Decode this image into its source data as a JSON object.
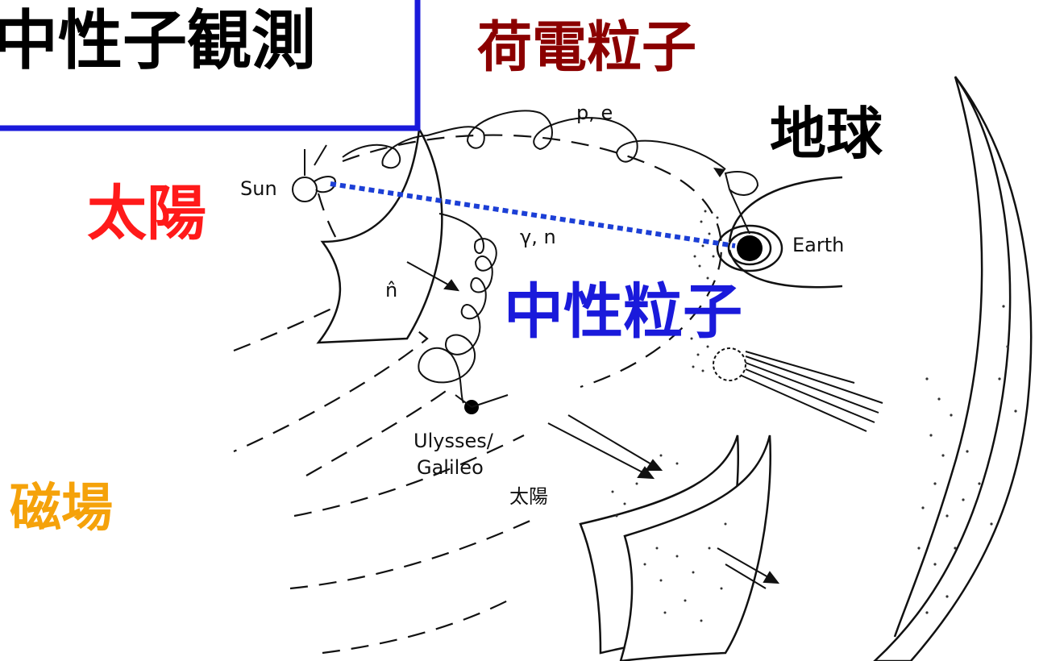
{
  "title": "中性子観測",
  "labels": {
    "charged_particles": "荷電粒子",
    "earth_jp": "地球",
    "sun_jp": "太陽",
    "neutral_particles": "中性粒子",
    "magnetic_field": "磁場",
    "sun_jp_small": "太陽",
    "sun": "Sun",
    "earth": "Earth",
    "pe": "p, e",
    "gamma_n": "γ, n",
    "n_hat": "n̂",
    "ulysses": "Ulysses/",
    "galileo": "Galileo"
  },
  "colors": {
    "title_box": "#1a1adb",
    "charged": "#8b0000",
    "sun_label": "#ff1a1a",
    "neutral": "#1a1adb",
    "magnetic": "#f5a20a",
    "earth_label": "#000000",
    "line_of_sight": "#1c3fd6"
  }
}
